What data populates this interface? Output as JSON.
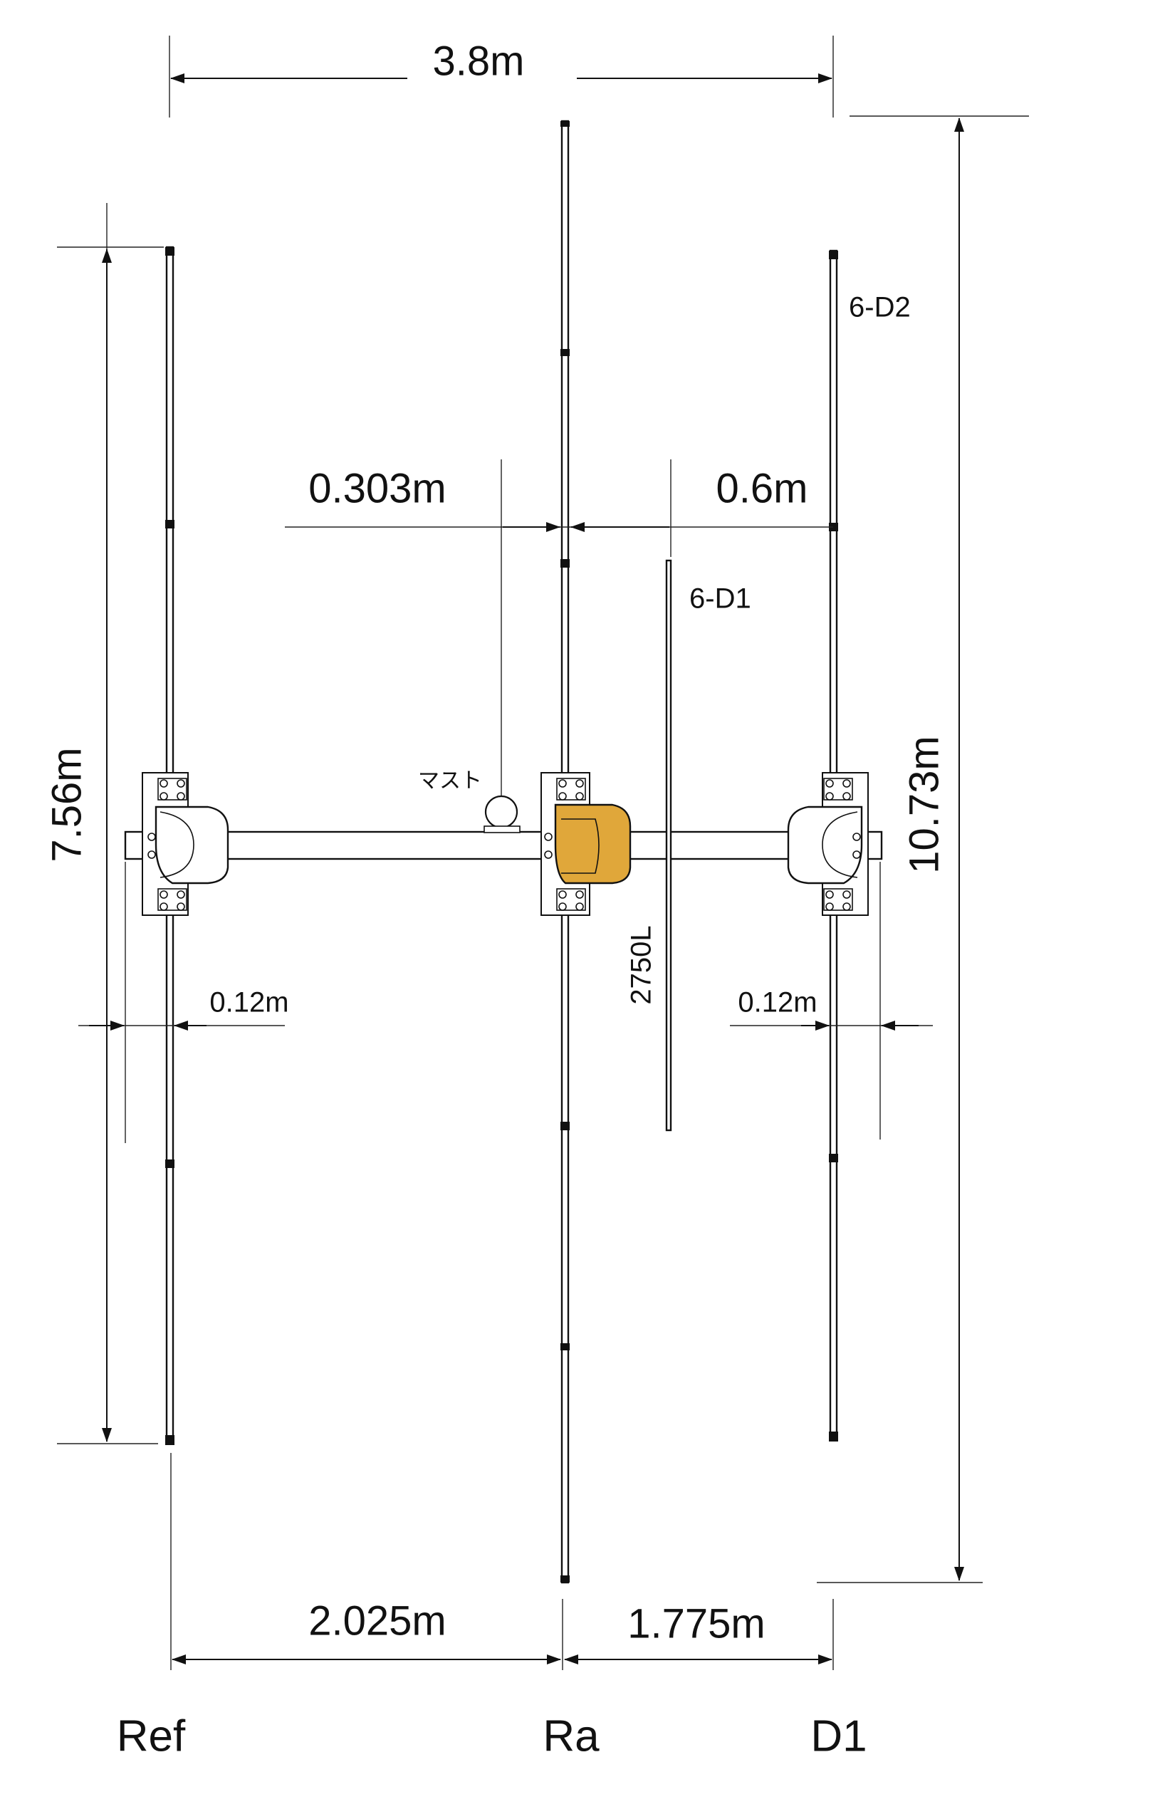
{
  "dimensions": {
    "overall_length": "3.8m",
    "reflector_length": "7.56m",
    "radiator_length": "10.73m",
    "reflector_spacing": "2.025m",
    "director_spacing": "1.775m",
    "feed_offset": "0.303m",
    "d1_offset": "0.6m",
    "ref_clamp_offset": "0.12m",
    "d1_clamp_offset": "0.12m"
  },
  "labels": {
    "d2": "6-D2",
    "d1_sub": "6-D1",
    "mast": "マスト",
    "sub_element": "2750L"
  },
  "columns": {
    "ref": "Ref",
    "ra": "Ra",
    "d1": "D1"
  },
  "colors": {
    "feed_box": "#E0A73A",
    "line": "#111111"
  }
}
